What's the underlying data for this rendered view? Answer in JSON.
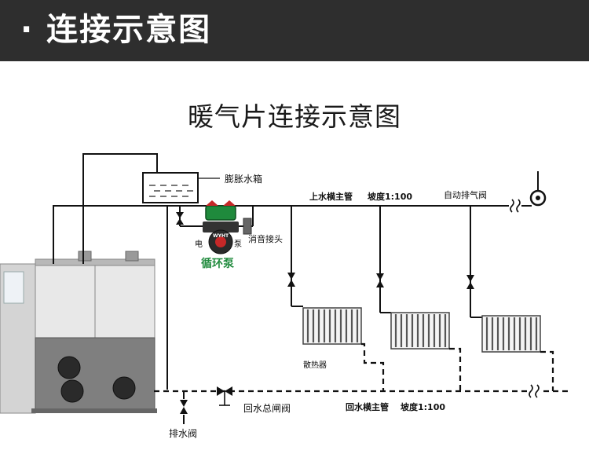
{
  "banner": {
    "title": "· 连接示意图"
  },
  "diagram": {
    "title": "暖气片连接示意图",
    "labels": {
      "expansion_tank": "膨胀水箱",
      "supply_main": "上水横主管",
      "supply_slope": "坡度1:100",
      "air_vent": "自动排气阀",
      "pump_brand": "WYHT",
      "pump_elec": "电",
      "pump_suffix": "泵",
      "muffler": "消音接头",
      "pump": "循环泵",
      "radiator": "散热器",
      "return_valve": "回水总闸阀",
      "return_main": "回水横主管",
      "return_slope": "坡度1:100",
      "drain_valve": "排水阀"
    }
  },
  "colors": {
    "banner_bg": "#2e2e2e",
    "pipe": "#111111",
    "pump_green": "#1f8a3c",
    "pump_red": "#c62828",
    "boiler_body": "#cfcfcf",
    "boiler_lower": "#7a7a7a"
  }
}
